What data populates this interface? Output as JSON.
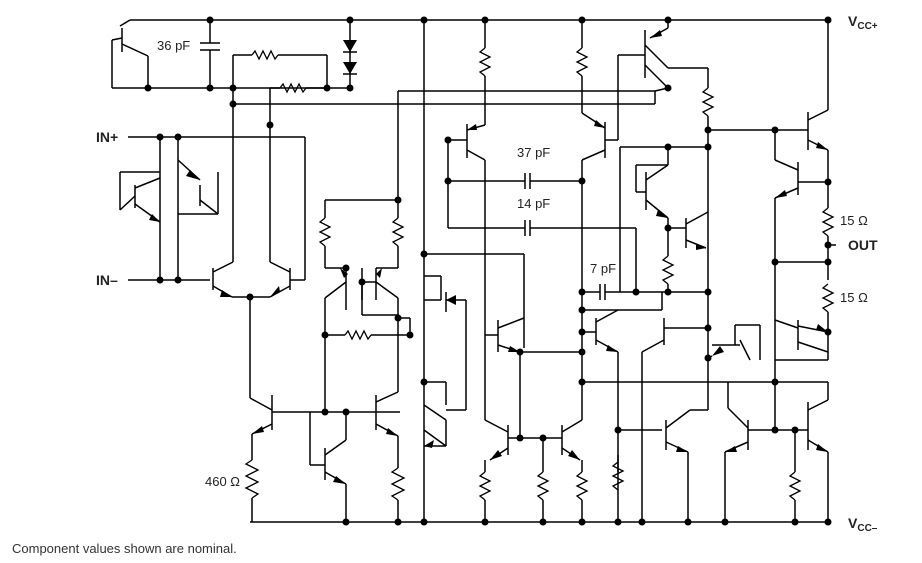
{
  "labels": {
    "vcc_plus_main": "V",
    "vcc_plus_sub": "CC+",
    "vcc_minus_main": "V",
    "vcc_minus_sub": "CC–",
    "in_plus": "IN+",
    "in_minus": "IN–",
    "out": "OUT"
  },
  "components": {
    "c36": "36 pF",
    "c37": "37 pF",
    "c14": "14 pF",
    "c7": "7 pF",
    "r15_top": "15 Ω",
    "r15_bottom": "15 Ω",
    "r460": "460 Ω"
  },
  "footnote": "Component values shown are nominal."
}
